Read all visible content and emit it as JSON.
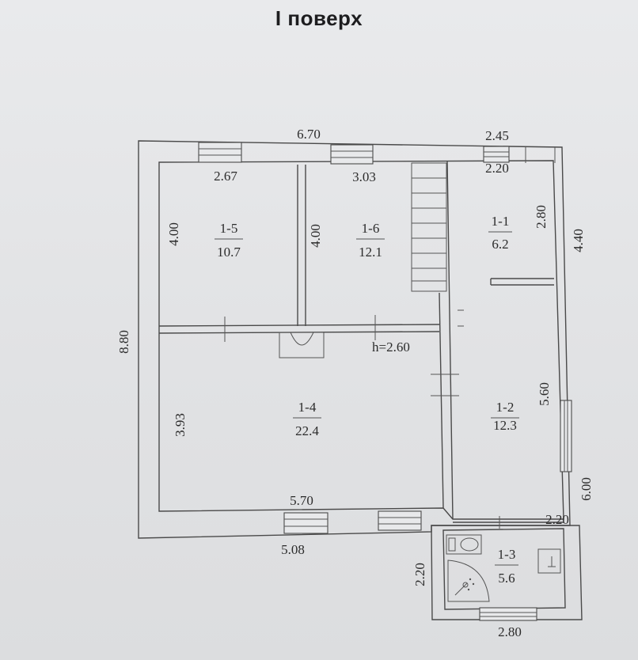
{
  "title": "I поверх",
  "colors": {
    "ink": "#2b2b2b",
    "paper": "#e4e5e7"
  },
  "rooms": [
    {
      "id": "1-5",
      "area": "10.7"
    },
    {
      "id": "1-6",
      "area": "12.1"
    },
    {
      "id": "1-1",
      "area": "6.2"
    },
    {
      "id": "1-4",
      "area": "22.4"
    },
    {
      "id": "1-2",
      "area": "12.3"
    },
    {
      "id": "1-3",
      "area": "5.6"
    }
  ],
  "dimensions": {
    "top_total": "6.70",
    "top_right": "2.45",
    "room_1_1_width": "2.20",
    "room_1_5_width": "2.67",
    "room_1_6_width": "3.03",
    "room_1_5_height": "4.00",
    "room_1_6_height": "4.00",
    "room_1_1_height": "2.80",
    "right_upper": "4.40",
    "left_total": "8.80",
    "room_1_4_height": "3.93",
    "room_1_2_height": "5.60",
    "right_lower": "6.00",
    "room_1_4_width": "5.70",
    "room_1_3_width_top": "2.20",
    "bottom_left": "5.08",
    "room_1_3_height": "2.20",
    "bottom_right": "2.80"
  },
  "ceiling_height": "h=2.60",
  "icons": [
    "toilet-icon",
    "shower-icon",
    "sink-icon",
    "door-swing-icon",
    "stair-icon",
    "window-icon"
  ]
}
